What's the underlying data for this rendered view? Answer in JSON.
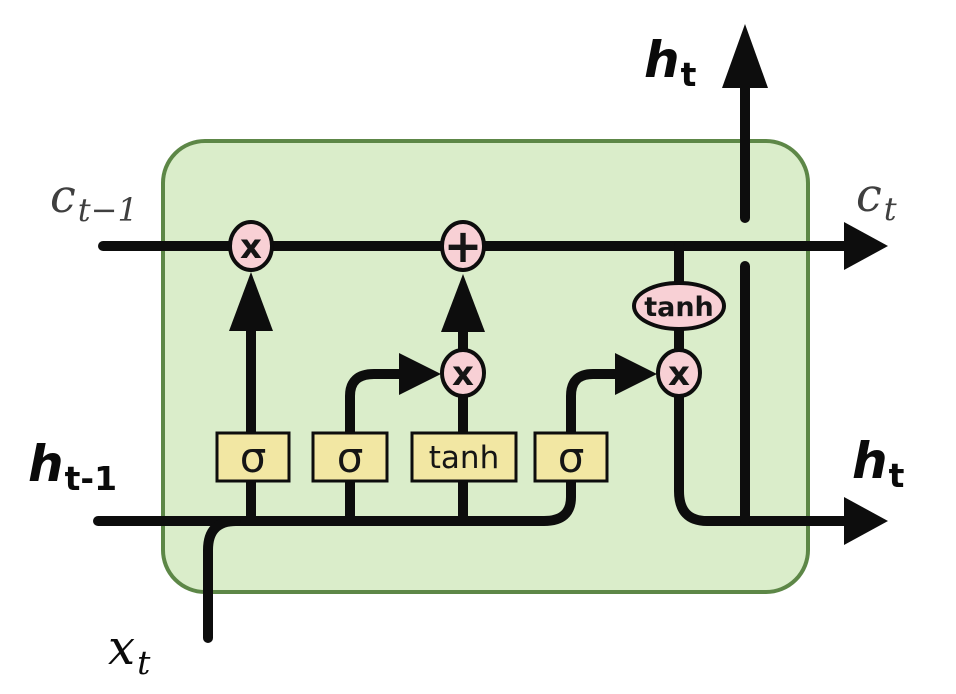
{
  "colors": {
    "cell-fill": "#daedca",
    "cell-border": "#5d8747",
    "wire": "#0d0d0d",
    "op-fill": "#f8d0d5",
    "gate-fill": "#f2e7a3",
    "label-muted": "#3f3f3f",
    "label-strong": "#0a0a0a"
  },
  "labels": {
    "cell_state_in": {
      "base": "c",
      "sub": "t−1"
    },
    "cell_state_out": {
      "base": "c",
      "sub": "t"
    },
    "hidden_out_top": {
      "base": "h",
      "sub": "t"
    },
    "hidden_in": {
      "base": "h",
      "sub": "t-1"
    },
    "hidden_out_right": {
      "base": "h",
      "sub": "t"
    },
    "input": {
      "base": "x",
      "sub": "t"
    }
  },
  "gates": {
    "forget": "σ",
    "input": "σ",
    "candidate": "tanh",
    "output": "σ"
  },
  "operations": {
    "forget_multiply": "x",
    "add": "+",
    "input_multiply": "x",
    "output_multiply": "x",
    "tanh_activation": "tanh"
  }
}
